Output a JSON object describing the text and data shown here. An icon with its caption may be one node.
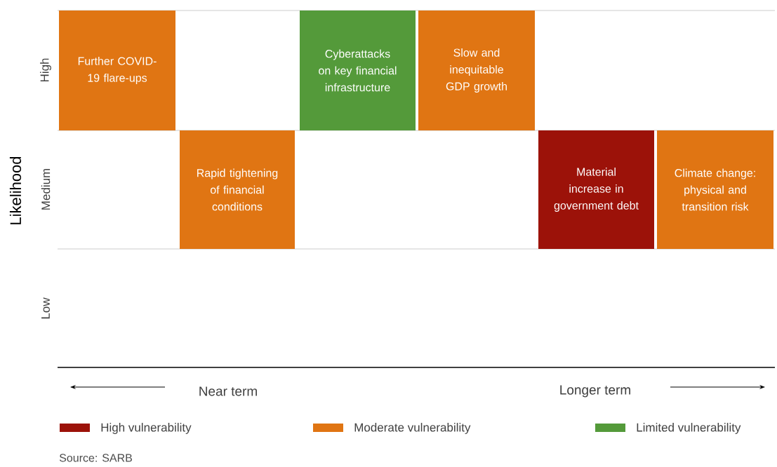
{
  "diagram": {
    "caption": "Source: SARB",
    "nodes": [
      {
        "text": [
          "Further COVID-19 flare-ups"
        ]
      },
      {
        "text": [
          "Cyberattacks on key financial infrastructure"
        ]
      },
      {
        "text": [
          "Slow and inequitable GDP growth"
        ]
      },
      {
        "text": [
          "Rapid tightening of financial conditions"
        ]
      },
      {
        "text": [
          "Material increase in government debt"
        ]
      },
      {
        "text": [
          "Climate change: physical and transition risk"
        ]
      }
    ],
    "labels": [
      "Likelihood",
      "High",
      "Medium",
      "Low",
      "Near term",
      "Longer term"
    ],
    "legend": [
      {
        "text": "High vulnerability",
        "color": "#9c1209"
      },
      {
        "text": "Moderate vulnerability",
        "color": "#e07513"
      },
      {
        "text": "Limited vulnerability",
        "color": "#549a3a"
      }
    ]
  }
}
